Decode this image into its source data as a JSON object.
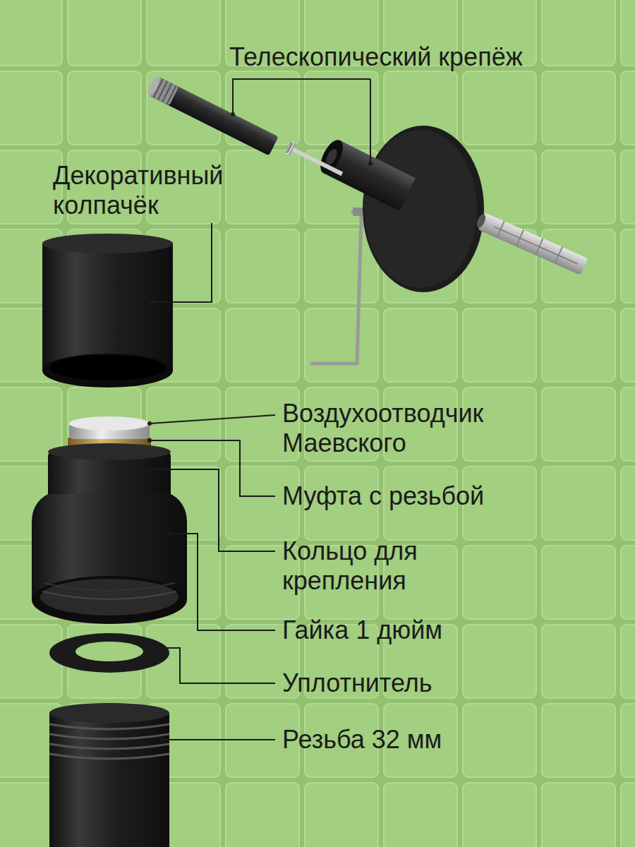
{
  "diagram": {
    "labels": [
      "Телескопический крепёж",
      "Декоративный колпачёк",
      "Воздухоотводчик Маевского",
      "Муфта с резьбой",
      "Кольцо для крепления",
      "Гайка 1 дюйм",
      "Уплотнитель",
      "Резьба 32 мм"
    ]
  }
}
